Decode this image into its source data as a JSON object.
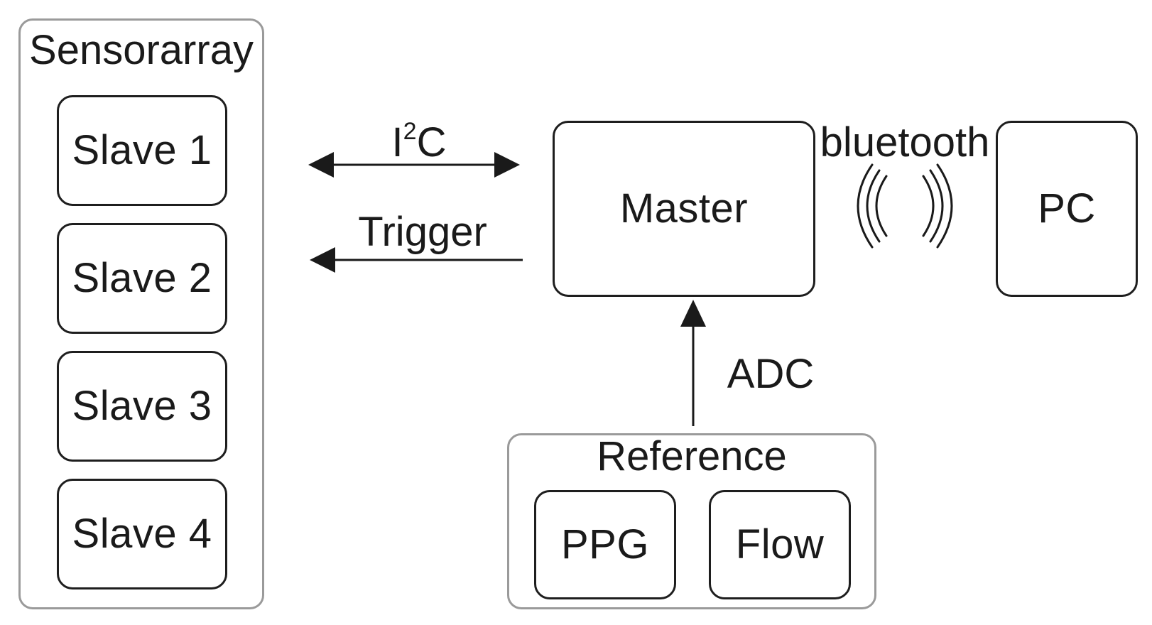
{
  "sensorarray": {
    "title": "Sensorarray",
    "slaves": [
      "Slave 1",
      "Slave 2",
      "Slave 3",
      "Slave 4"
    ]
  },
  "connections": {
    "i2c_main": "I",
    "i2c_sup": "2",
    "i2c_tail": "C",
    "trigger": "Trigger",
    "bluetooth": "bluetooth",
    "adc": "ADC"
  },
  "master": {
    "label": "Master"
  },
  "pc": {
    "label": "PC"
  },
  "reference": {
    "title": "Reference",
    "items": [
      "PPG",
      "Flow"
    ]
  },
  "colors": {
    "group_border": "#9a9a9a",
    "node_border": "#1e1e1e",
    "arrow": "#1a1a1a",
    "text": "#1a1a1a"
  },
  "icons": {
    "wireless": "wireless-signal-icon"
  }
}
